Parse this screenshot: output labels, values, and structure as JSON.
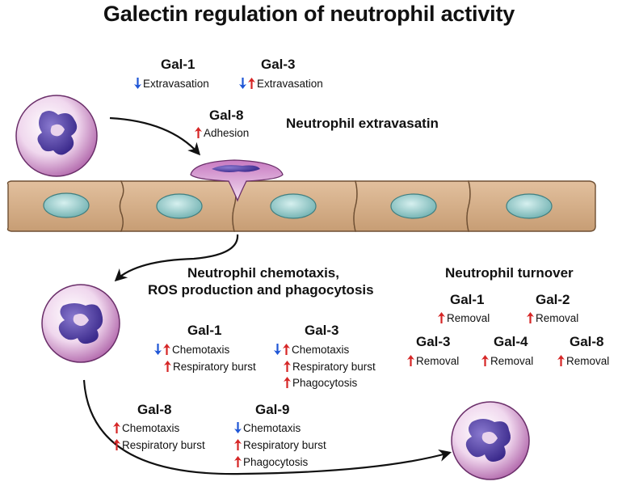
{
  "title": "Galectin regulation of neutrophil activity",
  "colors": {
    "up": "#d62626",
    "down": "#1f56d6",
    "cell_outer": "#c87fc3",
    "nucleus": "#4a3a9c",
    "endothelium": "#d9b48e",
    "endo_nucleus": "#8ec9c8"
  },
  "sections": {
    "extravasation": "Neutrophil extravasatin",
    "chemotaxis_line1": "Neutrophil chemotaxis,",
    "chemotaxis_line2": "ROS production and phagocytosis",
    "turnover": "Neutrophil turnover"
  },
  "groups": [
    {
      "name": "Gal-1",
      "effects": [
        {
          "arrows": [
            "down"
          ],
          "label": "Extravasation"
        }
      ]
    },
    {
      "name": "Gal-3",
      "effects": [
        {
          "arrows": [
            "down",
            "up"
          ],
          "label": "Extravasation"
        }
      ]
    },
    {
      "name": "Gal-8",
      "effects": [
        {
          "arrows": [
            "up"
          ],
          "label": "Adhesion"
        }
      ]
    },
    {
      "name": "Gal-1",
      "effects": [
        {
          "arrows": [
            "down",
            "up"
          ],
          "label": "Chemotaxis"
        },
        {
          "arrows": [
            "up"
          ],
          "label": "Respiratory burst"
        }
      ]
    },
    {
      "name": "Gal-3",
      "effects": [
        {
          "arrows": [
            "down",
            "up"
          ],
          "label": "Chemotaxis"
        },
        {
          "arrows": [
            "up"
          ],
          "label": "Respiratory burst"
        },
        {
          "arrows": [
            "up"
          ],
          "label": "Phagocytosis"
        }
      ]
    },
    {
      "name": "Gal-8",
      "effects": [
        {
          "arrows": [
            "up"
          ],
          "label": "Chemotaxis"
        },
        {
          "arrows": [
            "up"
          ],
          "label": "Respiratory burst"
        }
      ]
    },
    {
      "name": "Gal-9",
      "effects": [
        {
          "arrows": [
            "down"
          ],
          "label": "Chemotaxis"
        },
        {
          "arrows": [
            "up"
          ],
          "label": "Respiratory burst"
        },
        {
          "arrows": [
            "up"
          ],
          "label": "Phagocytosis"
        }
      ]
    },
    {
      "name": "Gal-1",
      "effects": [
        {
          "arrows": [
            "up"
          ],
          "label": "Removal"
        }
      ]
    },
    {
      "name": "Gal-2",
      "effects": [
        {
          "arrows": [
            "up"
          ],
          "label": "Removal"
        }
      ]
    },
    {
      "name": "Gal-3",
      "effects": [
        {
          "arrows": [
            "up"
          ],
          "label": "Removal"
        }
      ]
    },
    {
      "name": "Gal-4",
      "effects": [
        {
          "arrows": [
            "up"
          ],
          "label": "Removal"
        }
      ]
    },
    {
      "name": "Gal-8",
      "effects": [
        {
          "arrows": [
            "up"
          ],
          "label": "Removal"
        }
      ]
    }
  ]
}
